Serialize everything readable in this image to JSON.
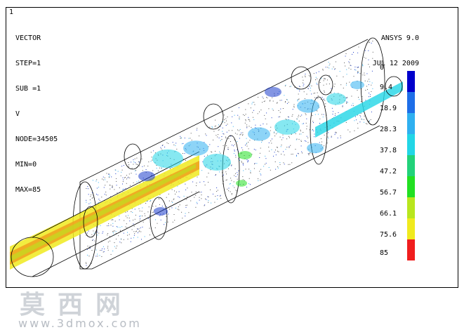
{
  "window_number": "1",
  "info": {
    "line1": "VECTOR",
    "line2": "STEP=1",
    "line3": "SUB =1",
    "line4": "V",
    "line5": "NODE=34505",
    "line6": "MIN=0",
    "line7": "MAX=85"
  },
  "ansys": {
    "version": "ANSYS 9.0",
    "date": "JUL 12 2009"
  },
  "legend": {
    "values": [
      "0",
      "9.4",
      "18.9",
      "28.3",
      "37.8",
      "47.2",
      "56.7",
      "66.1",
      "75.6",
      "85"
    ],
    "colors": [
      "#0000cc",
      "#1e6ee8",
      "#2fb0f0",
      "#22d6e6",
      "#22d27a",
      "#22e022",
      "#b8e61e",
      "#f0ea1e",
      "#f0a01e",
      "#f01e1e"
    ]
  },
  "watermark": {
    "cn": "莫西网",
    "url": "www.3dmox.com"
  }
}
